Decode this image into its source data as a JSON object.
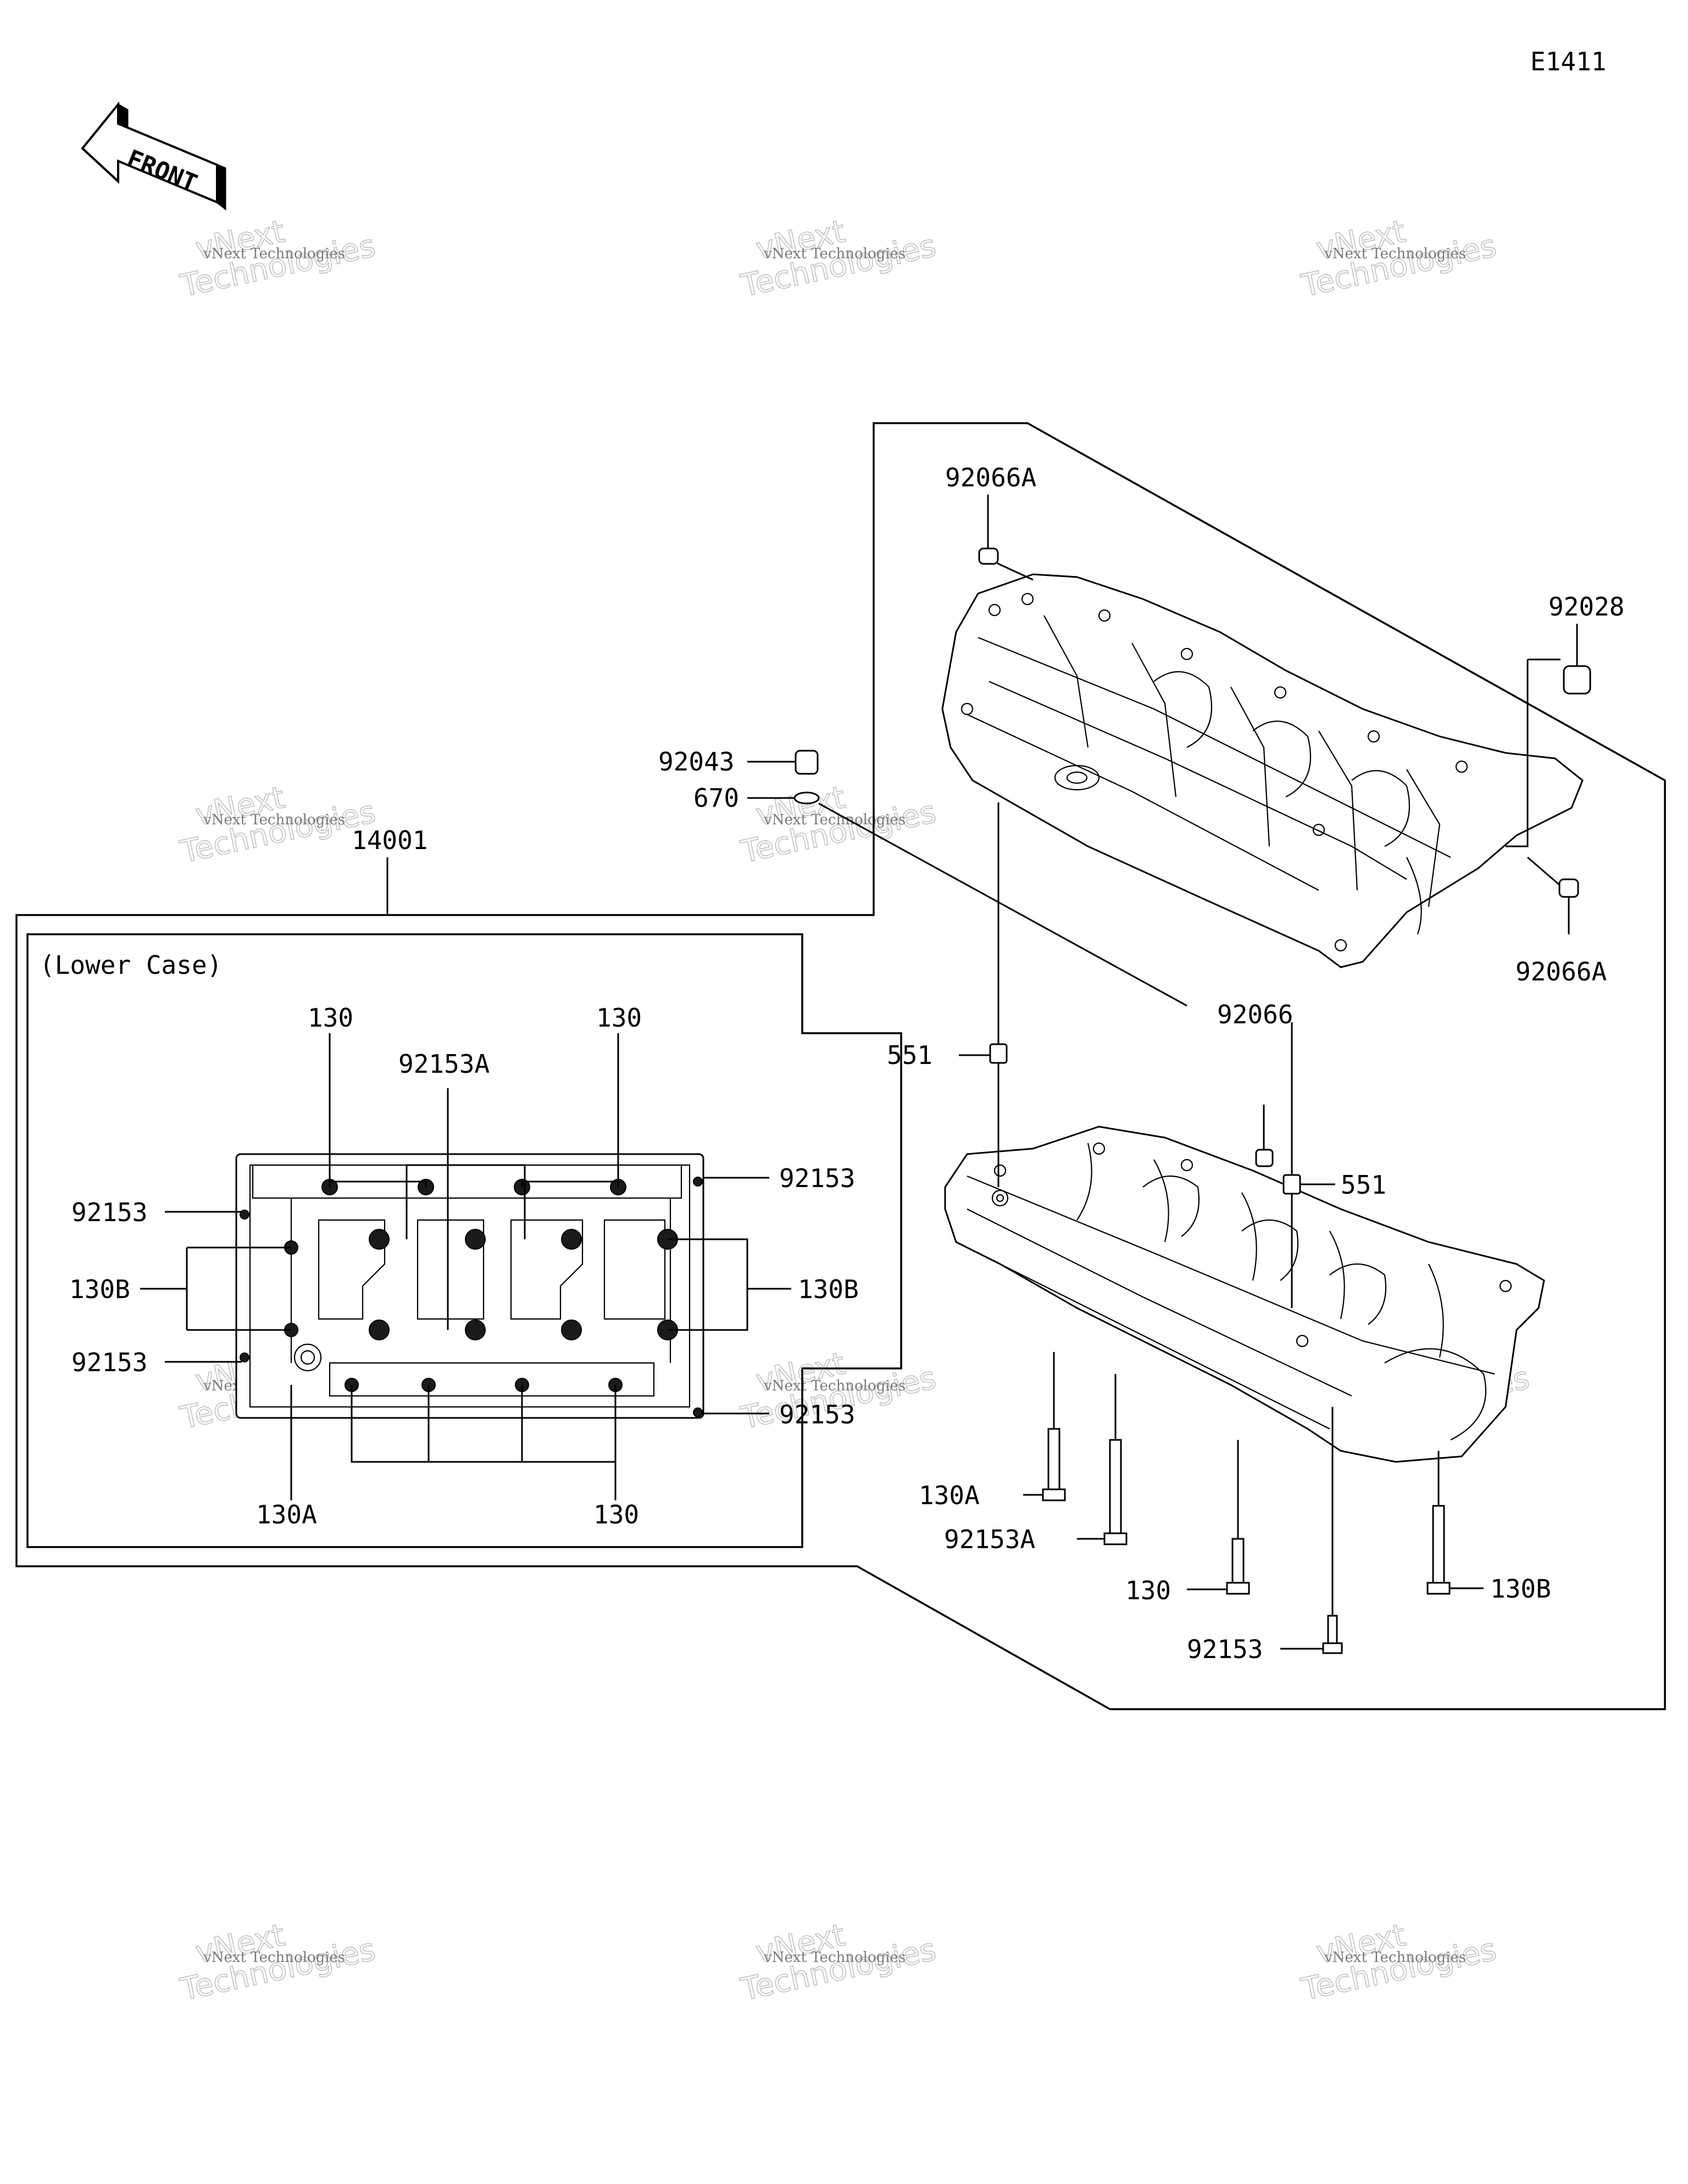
{
  "diagram": {
    "code": "E1411",
    "front_arrow": "FRONT",
    "assembly": "14001",
    "inset_title": "(Lower Case)",
    "watermark_small": "vNext Technologies",
    "watermark_large_1": "vNext",
    "watermark_large_2": "Technologies",
    "callouts": {
      "p92066A_top": "92066A",
      "p92028": "92028",
      "p92043": "92043",
      "p670": "670",
      "p92066A_right": "92066A",
      "p92066": "92066",
      "p551_left": "551",
      "p551_right": "551",
      "p130A_right": "130A",
      "p92153A_right": "92153A",
      "p130_right": "130",
      "p130B_right": "130B",
      "p92153_right": "92153",
      "in_130_top_left": "130",
      "in_92153A": "92153A",
      "in_130_top_right": "130",
      "in_92153_top_left": "92153",
      "in_92153_top_right": "92153",
      "in_130B_left": "130B",
      "in_130B_right": "130B",
      "in_92153_bottom_left": "92153",
      "in_92153_bottom_right": "92153",
      "in_130A": "130A",
      "in_130_bottom": "130"
    }
  }
}
